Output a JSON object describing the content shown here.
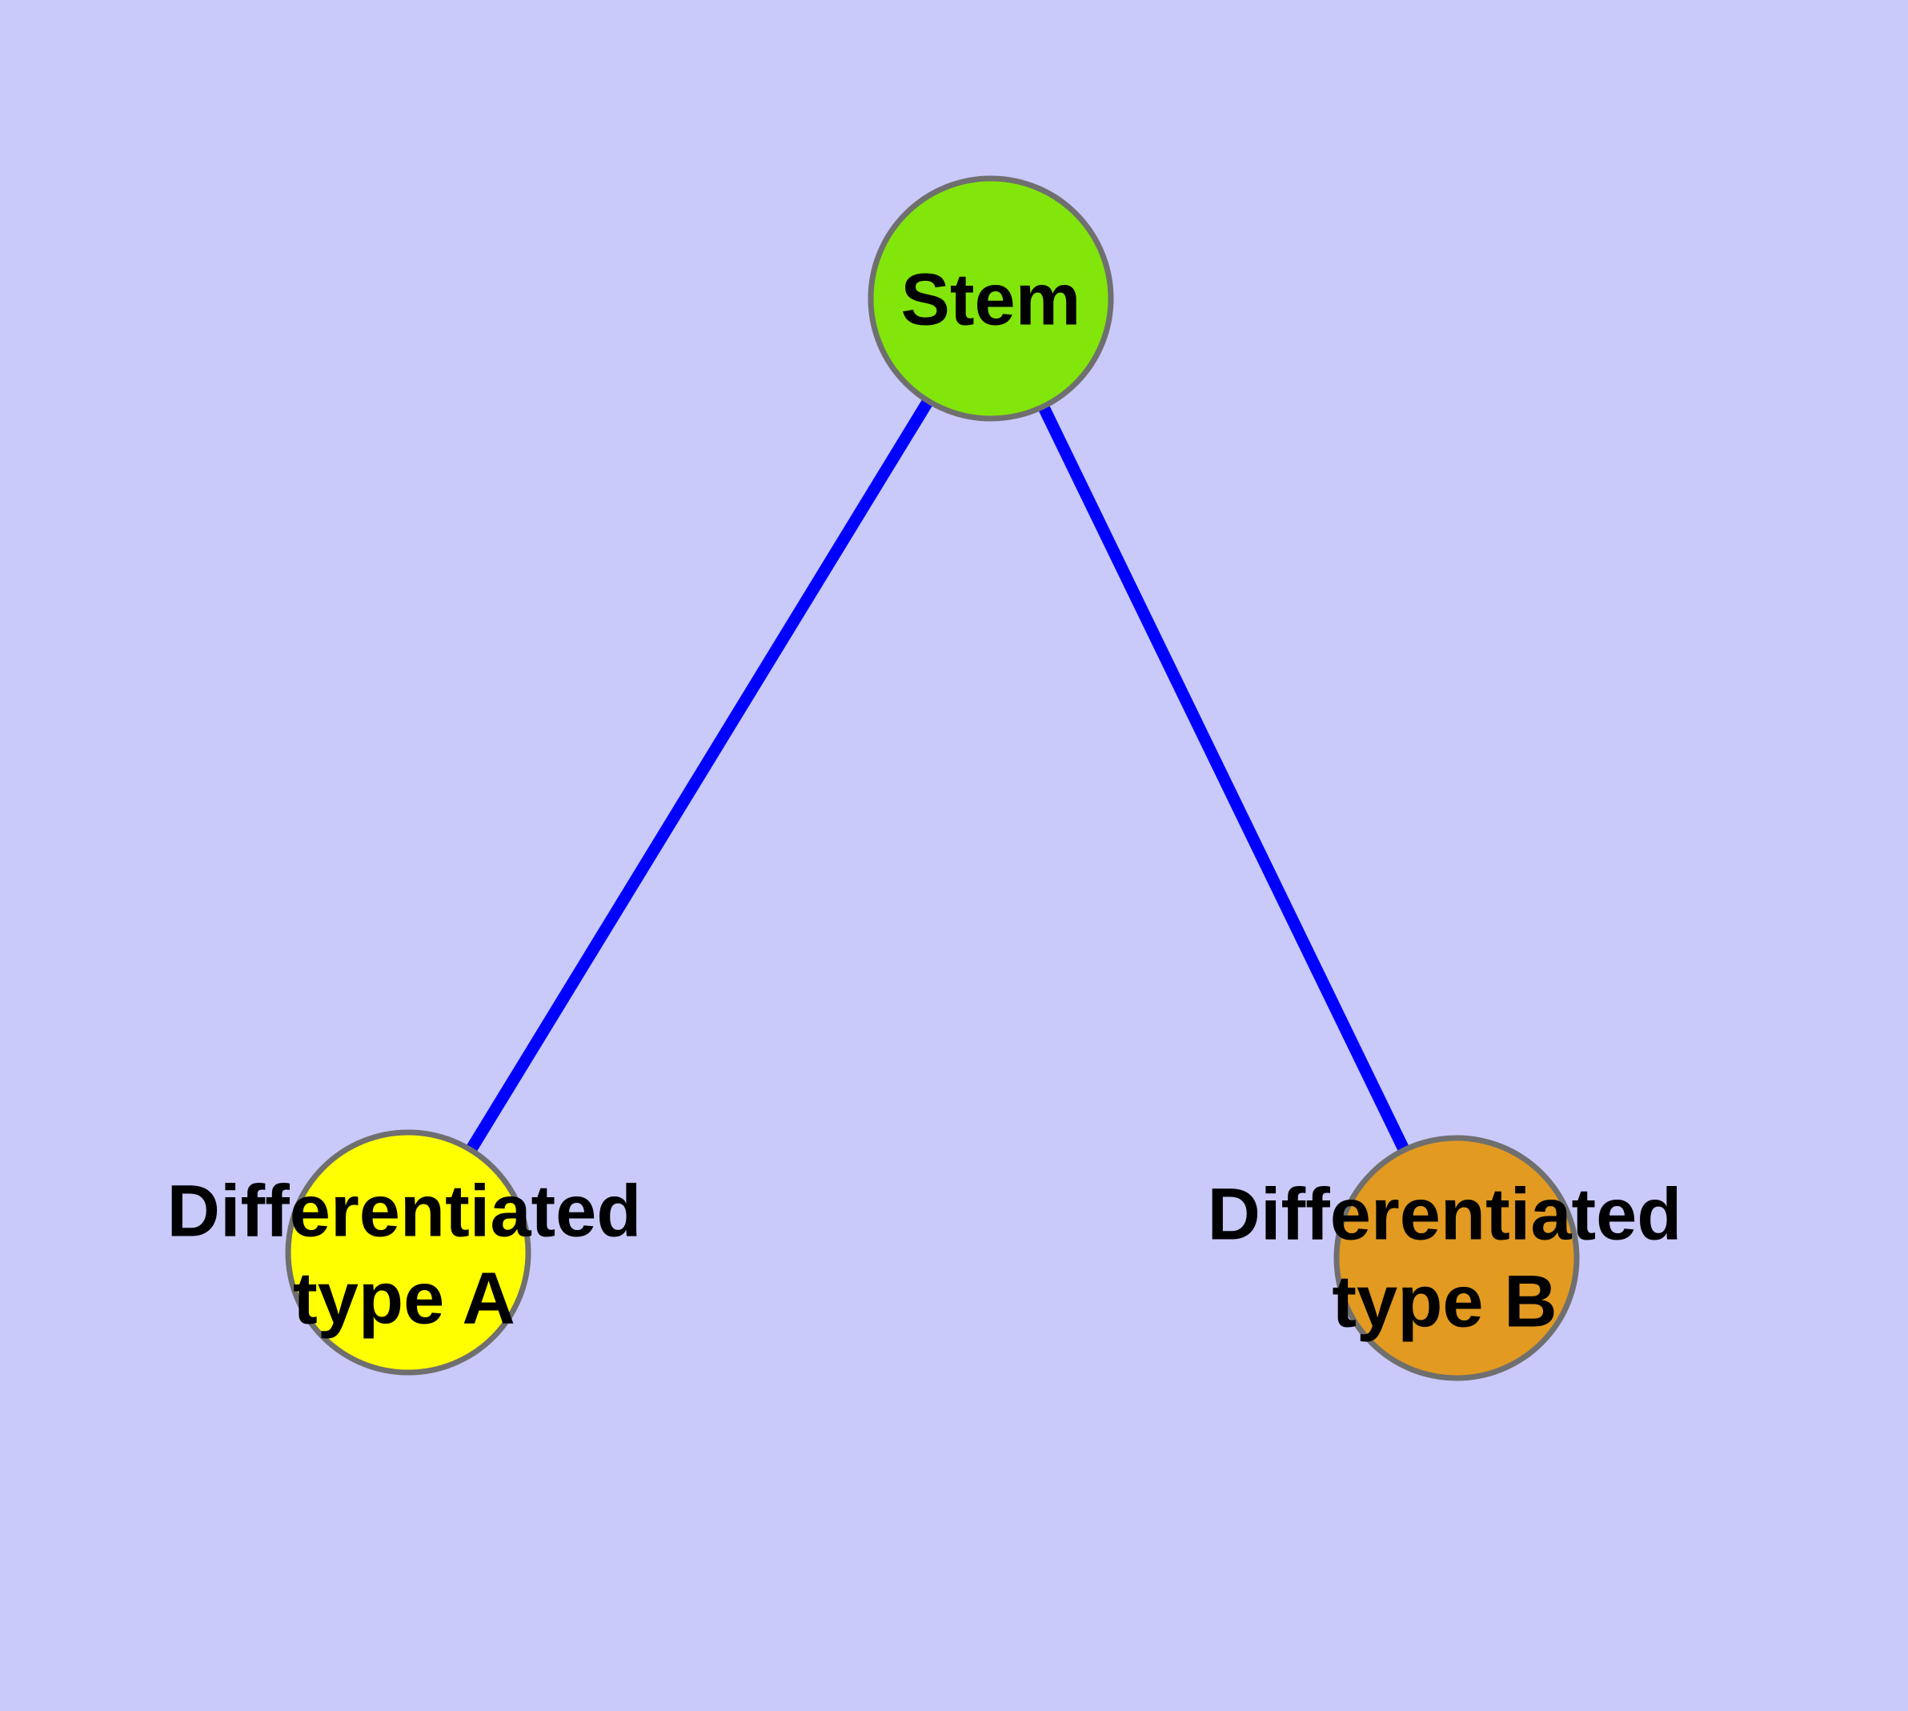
{
  "colors": {
    "background": "#C9C9FA",
    "edge": "#0000FF",
    "node_border": "#6F6F6F",
    "label_text": "#000000"
  },
  "nodes": [
    {
      "id": "stem",
      "label": "Stem",
      "label_lines": [
        "Stem"
      ],
      "fill": "#82E60A"
    },
    {
      "id": "differentiated-type-a",
      "label": "Differentiated type A",
      "label_lines": [
        "Differentiated",
        "type A"
      ],
      "fill": "#FFFF00"
    },
    {
      "id": "differentiated-type-b",
      "label": "Differentiated type B",
      "label_lines": [
        "Differentiated",
        "type B"
      ],
      "fill": "#E29A20"
    }
  ],
  "edges": [
    {
      "from": "Stem",
      "to": "Differentiated type A"
    },
    {
      "from": "Stem",
      "to": "Differentiated type B"
    }
  ]
}
